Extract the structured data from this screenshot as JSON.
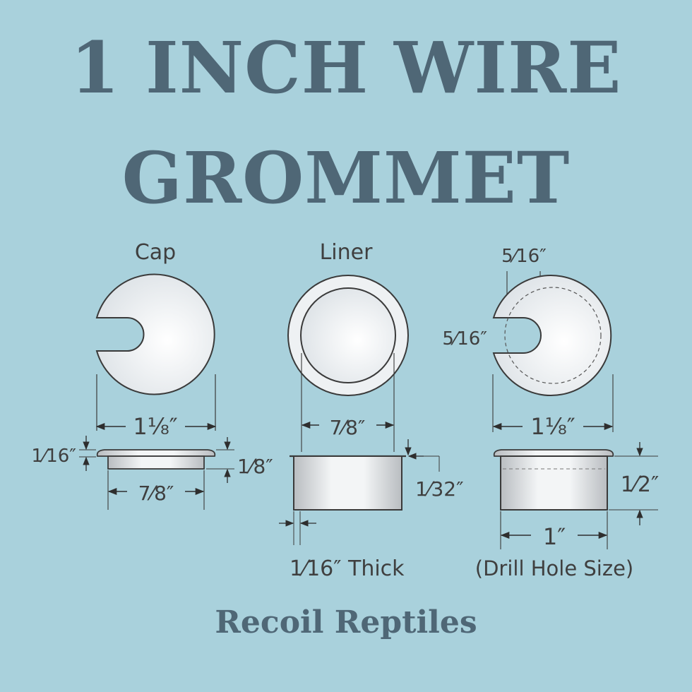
{
  "title": {
    "line1": "1 INCH WIRE",
    "line2": "GROMMET"
  },
  "brand": "Recoil Reptiles",
  "colors": {
    "background": "#a9d1dc",
    "title": "#4f6776",
    "line": "#3a3a3a",
    "part_fill": "#eef1f3"
  },
  "parts": {
    "cap": {
      "label": "Cap",
      "dim_width": "1⅛″",
      "dim_flange_thickness": "1⁄16″",
      "dim_height": "1⁄8″",
      "dim_inner": "7⁄8″"
    },
    "liner": {
      "label": "Liner",
      "dim_inner": "7⁄8″",
      "dim_lip": "1⁄32″",
      "dim_thick": "1⁄16″ Thick"
    },
    "assembly": {
      "dim_slot_width": "5⁄16″",
      "dim_slot_depth": "5⁄16″",
      "dim_width": "1⅛″",
      "dim_height": "1⁄2″",
      "dim_drill": "1″",
      "drill_note": "(Drill Hole Size)"
    }
  }
}
